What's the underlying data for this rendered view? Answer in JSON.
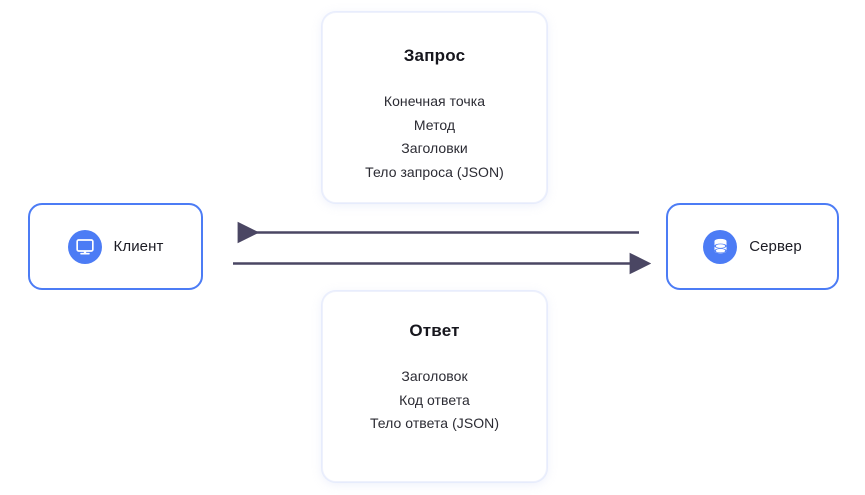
{
  "diagram": {
    "title_alt": "Client-server request/response diagram",
    "background_color": "#ffffff",
    "accent_color": "#4c7cf5",
    "arrow_color": "#4a4663",
    "text_color": "#1c1c24"
  },
  "nodes": {
    "client": {
      "label": "Клиент",
      "icon": "monitor-icon"
    },
    "server": {
      "label": "Сервер",
      "icon": "database-icon"
    }
  },
  "cards": {
    "request": {
      "title": "Запрос",
      "items": [
        "Конечная точка",
        "Метод",
        "Заголовки",
        "Тело запроса (JSON)"
      ]
    },
    "response": {
      "title": "Ответ",
      "items": [
        "Заголовок",
        "Код ответа",
        "Тело ответа (JSON)"
      ]
    }
  },
  "arrows": {
    "response_arrow": {
      "direction": "server-to-client",
      "points_to": "left"
    },
    "request_arrow": {
      "direction": "client-to-server",
      "points_to": "right"
    }
  }
}
